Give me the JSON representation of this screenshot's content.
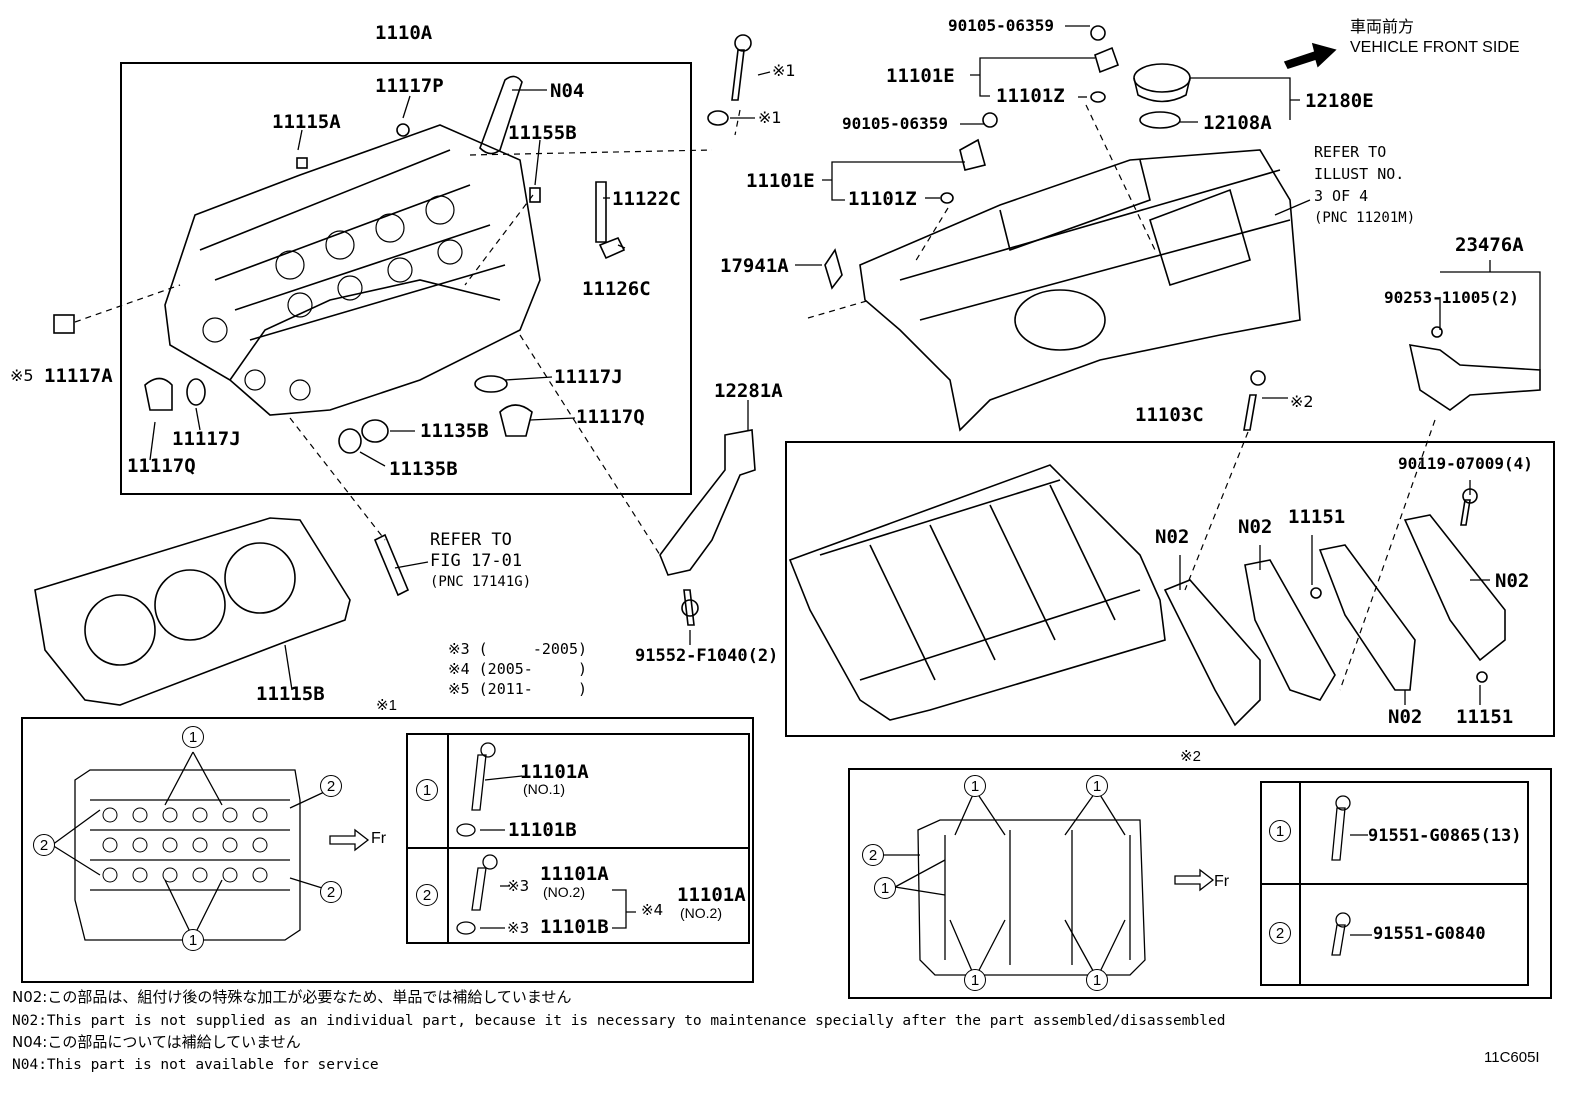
{
  "header": {
    "jp_front": "車両前方",
    "en_front": "VEHICLE FRONT SIDE",
    "refer_illust": [
      "REFER TO",
      "ILLUST NO.",
      "3 OF 4",
      "(PNC 11201M)"
    ],
    "refer_fig": [
      "REFER TO",
      "FIG 17-01",
      "(PNC 17141G)"
    ]
  },
  "parts": {
    "p1110A": "1110A",
    "p11117P": "11117P",
    "pN04": "N04",
    "p11115A": "11115A",
    "p11155B": "11155B",
    "p11122C": "11122C",
    "p11126C": "11126C",
    "p11117A": "11117A",
    "p11117J_a": "11117J",
    "p11117J_b": "11117J",
    "p11117Q_a": "11117Q",
    "p11117Q_b": "11117Q",
    "p11135B_a": "11135B",
    "p11135B_b": "11135B",
    "p11115B": "11115B",
    "p12281A": "12281A",
    "p91552": "91552-F1040(2)",
    "p90105_a": "90105-06359",
    "p90105_b": "90105-06359",
    "p11101E_a": "11101E",
    "p11101E_b": "11101E",
    "p11101Z_a": "11101Z",
    "p11101Z_b": "11101Z",
    "p12180E": "12180E",
    "p12108A": "12108A",
    "p17941A": "17941A",
    "p23476A": "23476A",
    "p90253": "90253-11005(2)",
    "p11103C": "11103C",
    "p90119": "90119-07009(4)",
    "pN02_a": "N02",
    "pN02_b": "N02",
    "pN02_c": "N02",
    "pN02_d": "N02",
    "p11151_a": "11151",
    "p11151_b": "11151",
    "mark1_a": "※1",
    "mark1_b": "※1",
    "mark2": "※2",
    "mark5": "※5"
  },
  "years": {
    "y3": "※3 (     -2005)",
    "y4": "※4 (2005-     )",
    "y5": "※5 (2011-     )"
  },
  "detail1": {
    "title": "※1",
    "fr": "Fr",
    "row1_part": "11101A",
    "row1_sub": "(NO.1)",
    "row1_washer": "11101B",
    "row2_mark_a": "※3",
    "row2_part": "11101A",
    "row2_sub": "(NO.2)",
    "row2_mark_b": "※3",
    "row2_washer": "11101B",
    "row2_mark_c": "※4",
    "row2_part2": "11101A",
    "row2_sub2": "(NO.2)",
    "c1": "1",
    "c2": "2"
  },
  "detail2": {
    "title": "※2",
    "fr": "Fr",
    "bolt1": "91551-G0865(13)",
    "bolt2": "91551-G0840",
    "c1": "1",
    "c2": "2"
  },
  "footer": {
    "n02_jp": "N02:この部品は、組付け後の特殊な加工が必要なため、単品では補給していません",
    "n02_en": "N02:This part is not supplied as an individual part, because it is necessary to maintenance specially after the part assembled/disassembled",
    "n04_jp": "N04:この部品については補給していません",
    "n04_en": "N04:This part is not available for service",
    "code": "11C605I"
  }
}
